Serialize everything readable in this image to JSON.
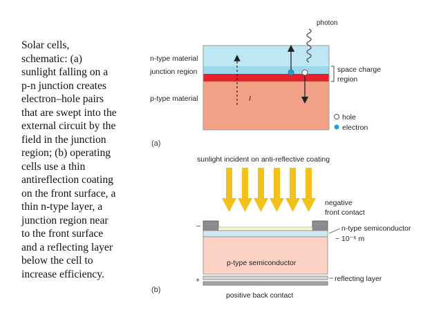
{
  "caption_lines": [
    "Solar cells,",
    "schematic: (a)",
    "sunlight falling on a",
    "p-n junction creates",
    "electron–hole pairs",
    "that are swept into the",
    "external circuit by the",
    "field in the junction",
    "region; (b) operating",
    "cells use a thin",
    "antireflection coating",
    "on the front surface, a",
    "thin n-type layer, a",
    "junction region near",
    "to the front surface",
    "and a reflecting layer",
    "below the cell to",
    "increase efficiency."
  ],
  "diagram_a": {
    "photon": "photon",
    "n_type": "n-type material",
    "junction": "junction region",
    "p_type": "p-type material",
    "space_charge_1": "space charge",
    "space_charge_2": "region",
    "current_symbol": "I",
    "legend_hole": "hole",
    "legend_electron": "electron",
    "tag": "(a)",
    "colors": {
      "n_type": "#bfe6f4",
      "junction": "#9dd8ec",
      "field": "#e8202a",
      "p_type": "#f3a186",
      "electron": "#2b9bc9"
    }
  },
  "diagram_b": {
    "incident": "sunlight incident on anti-reflective coating",
    "negative_1": "negative",
    "negative_2": "front contact",
    "minus": "–",
    "plus": "+",
    "n_semi": "n-type semiconductor",
    "thickness": "~ 10⁻⁶ m",
    "p_semi": "p-type semiconductor",
    "reflecting": "reflecting layer",
    "positive": "positive back contact",
    "tag": "(b)",
    "colors": {
      "arrow": "#f2c21b",
      "p_type": "#fbd2c4",
      "n_type": "#cfeaf4",
      "contact": "#8c8c8c"
    }
  }
}
